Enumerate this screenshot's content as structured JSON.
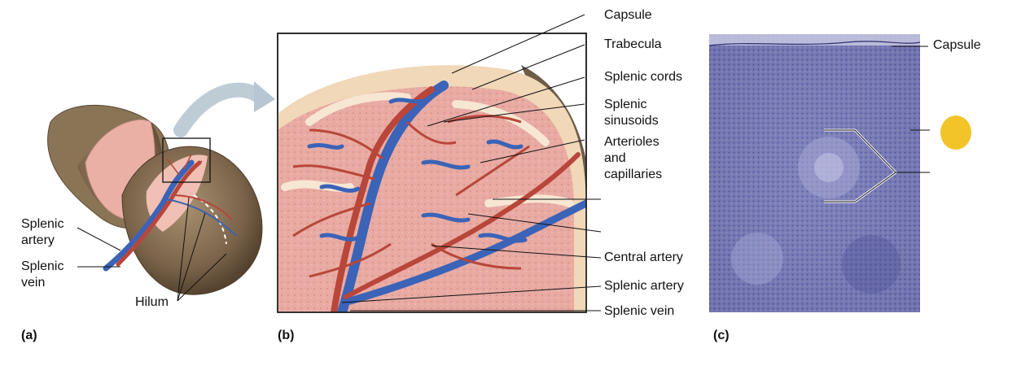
{
  "panels": {
    "a": {
      "letter": "(a)",
      "labels": {
        "splenic_artery": "Splenic artery",
        "splenic_vein": "Splenic vein",
        "hilum": "Hilum"
      }
    },
    "b": {
      "letter": "(b)",
      "labels": {
        "capsule": "Capsule",
        "trabecula": "Trabecula",
        "splenic_cords": "Splenic cords",
        "splenic_sinusoids": "Splenic sinusoids",
        "arterioles_capillaries": "Arterioles and capillaries",
        "central_artery": "Central artery",
        "splenic_artery": "Splenic artery",
        "splenic_vein": "Splenic vein"
      }
    },
    "c": {
      "letter": "(c)",
      "labels": {
        "capsule": "Capsule"
      }
    }
  },
  "colors": {
    "artery": "#b9463a",
    "vein": "#3b63b7",
    "capsule": "#f0d8b8",
    "pulp": "#e9a7a0",
    "histology": "#6f72ad",
    "marker": "#f2c42a"
  }
}
